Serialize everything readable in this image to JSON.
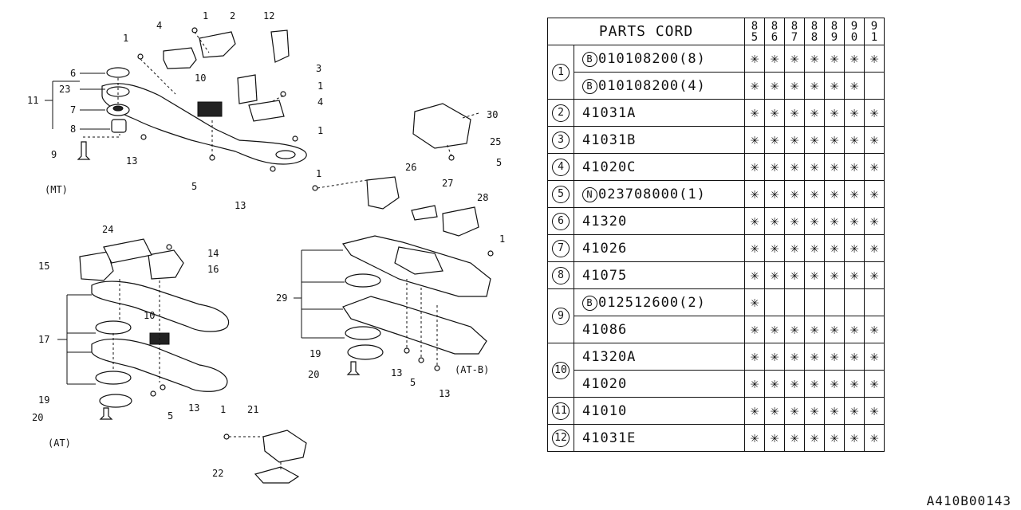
{
  "diagram": {
    "callouts": [
      "1",
      "2",
      "4",
      "1",
      "12",
      "6",
      "23",
      "11",
      "7",
      "8",
      "9",
      "13",
      "10",
      "3",
      "1",
      "4",
      "1",
      "5",
      "13",
      "30",
      "25",
      "5",
      "26",
      "1",
      "27",
      "28",
      "1",
      "24",
      "14",
      "15",
      "16",
      "10",
      "17",
      "19",
      "20",
      "5",
      "13",
      "29",
      "19",
      "20",
      "13",
      "5",
      "13",
      "21",
      "1",
      "22"
    ],
    "variant_labels": {
      "mt": "(MT)",
      "at": "(AT)",
      "atb": "(AT-B)"
    }
  },
  "table": {
    "title": "PARTS CORD",
    "years": [
      [
        "8",
        "5"
      ],
      [
        "8",
        "6"
      ],
      [
        "8",
        "7"
      ],
      [
        "8",
        "8"
      ],
      [
        "8",
        "9"
      ],
      [
        "9",
        "0"
      ],
      [
        "9",
        "1"
      ]
    ],
    "mark_glyph": "✳",
    "rows": [
      {
        "ref": "1",
        "prefix": "B",
        "code": "010108200(8)",
        "marks": [
          1,
          1,
          1,
          1,
          1,
          1,
          1
        ]
      },
      {
        "ref": "",
        "prefix": "B",
        "code": "010108200(4)",
        "marks": [
          1,
          1,
          1,
          1,
          1,
          1,
          0
        ]
      },
      {
        "ref": "2",
        "prefix": "",
        "code": "41031A",
        "marks": [
          1,
          1,
          1,
          1,
          1,
          1,
          1
        ]
      },
      {
        "ref": "3",
        "prefix": "",
        "code": "41031B",
        "marks": [
          1,
          1,
          1,
          1,
          1,
          1,
          1
        ]
      },
      {
        "ref": "4",
        "prefix": "",
        "code": "41020C",
        "marks": [
          1,
          1,
          1,
          1,
          1,
          1,
          1
        ]
      },
      {
        "ref": "5",
        "prefix": "N",
        "code": "023708000(1)",
        "marks": [
          1,
          1,
          1,
          1,
          1,
          1,
          1
        ]
      },
      {
        "ref": "6",
        "prefix": "",
        "code": "41320",
        "marks": [
          1,
          1,
          1,
          1,
          1,
          1,
          1
        ]
      },
      {
        "ref": "7",
        "prefix": "",
        "code": "41026",
        "marks": [
          1,
          1,
          1,
          1,
          1,
          1,
          1
        ]
      },
      {
        "ref": "8",
        "prefix": "",
        "code": "41075",
        "marks": [
          1,
          1,
          1,
          1,
          1,
          1,
          1
        ]
      },
      {
        "ref": "9",
        "prefix": "B",
        "code": "012512600(2)",
        "marks": [
          1,
          0,
          0,
          0,
          0,
          0,
          0
        ]
      },
      {
        "ref": "",
        "prefix": "",
        "code": "41086",
        "marks": [
          1,
          1,
          1,
          1,
          1,
          1,
          1
        ]
      },
      {
        "ref": "10",
        "prefix": "",
        "code": "41320A",
        "marks": [
          1,
          1,
          1,
          1,
          1,
          1,
          1
        ]
      },
      {
        "ref": "",
        "prefix": "",
        "code": "41020",
        "marks": [
          1,
          1,
          1,
          1,
          1,
          1,
          1
        ]
      },
      {
        "ref": "11",
        "prefix": "",
        "code": "41010",
        "marks": [
          1,
          1,
          1,
          1,
          1,
          1,
          1
        ]
      },
      {
        "ref": "12",
        "prefix": "",
        "code": "41031E",
        "marks": [
          1,
          1,
          1,
          1,
          1,
          1,
          1
        ]
      }
    ]
  },
  "drawing_id": "A410B00143"
}
